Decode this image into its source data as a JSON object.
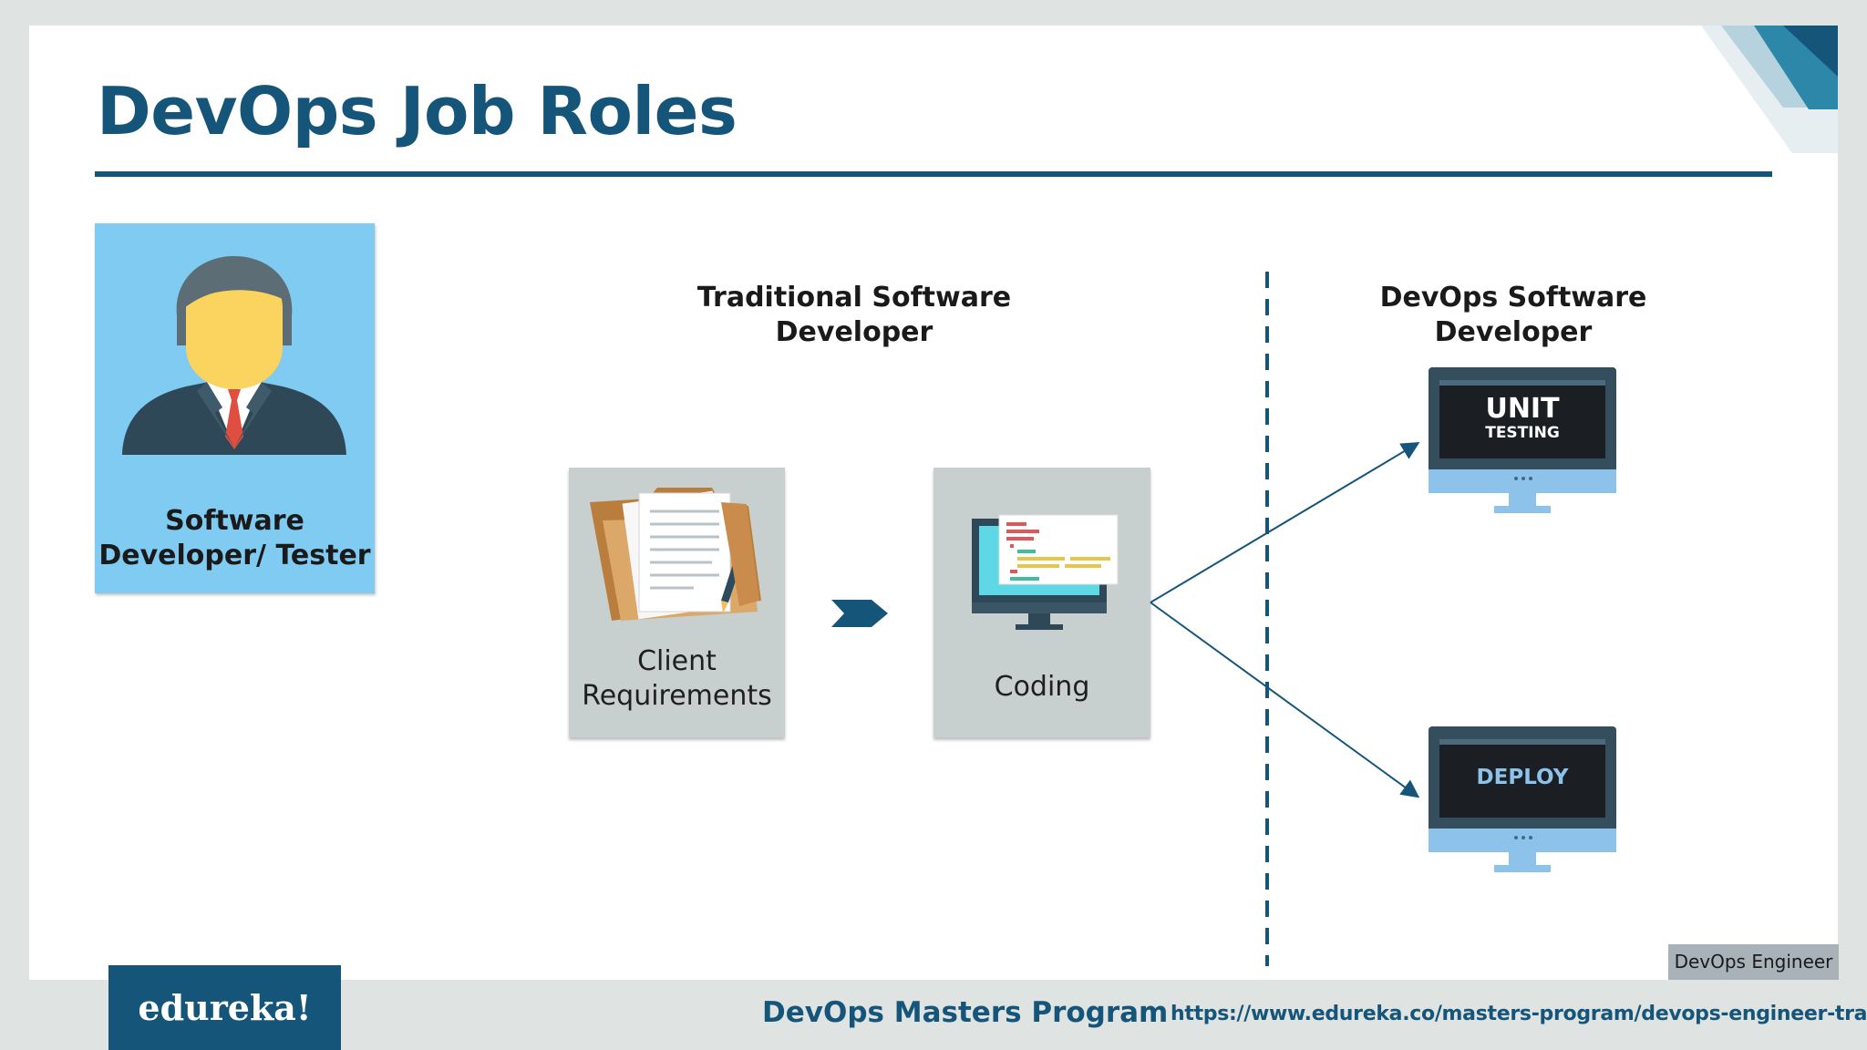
{
  "slide": {
    "title": "DevOps Job Roles",
    "role": {
      "line1": "Software",
      "line2": "Developer/ Tester"
    },
    "traditional": {
      "heading_line1": "Traditional Software",
      "heading_line2": "Developer",
      "steps": [
        {
          "line1": "Client",
          "line2": "Requirements"
        },
        {
          "line1": "Coding"
        }
      ]
    },
    "devops": {
      "heading_line1": "DevOps Software",
      "heading_line2": "Developer",
      "monitors": [
        {
          "line1": "UNIT",
          "line2": "TESTING"
        },
        {
          "line1": "DEPLOY"
        }
      ]
    }
  },
  "footer": {
    "tag": "DevOps Engineer",
    "logo": "edureka!",
    "program": "DevOps Masters Program",
    "url": "https://www.edureka.co/masters-program/devops-engineer-training"
  },
  "colors": {
    "brand": "#16557a",
    "role_card": "#7fcbf1",
    "step_box": "#c8d0cf"
  },
  "icons": [
    "person-avatar-icon",
    "documents-folder-icon",
    "code-monitor-icon",
    "chevron-arrow-icon"
  ]
}
